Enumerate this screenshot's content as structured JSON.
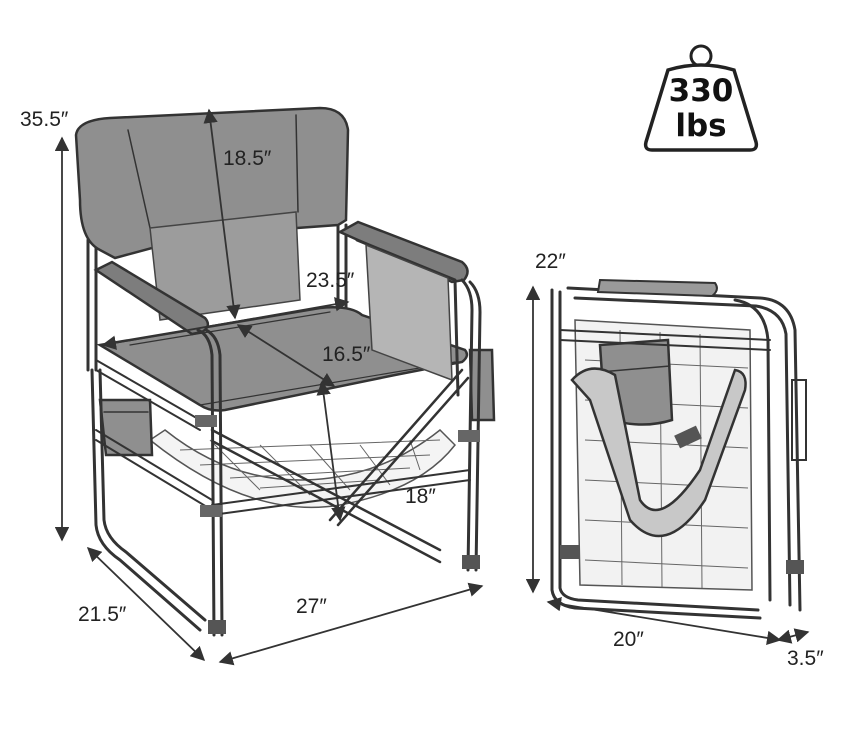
{
  "weight_badge": {
    "line1": "330",
    "line2": "lbs"
  },
  "chair_dimensions": {
    "total_height": "35.5″",
    "back_height": "18.5″",
    "seat_width": "23.5″",
    "seat_depth": "16.5″",
    "seat_height": "18″",
    "depth": "21.5″",
    "width": "27″"
  },
  "folded_dimensions": {
    "height": "22″",
    "width": "20″",
    "thickness": "3.5″"
  },
  "colors": {
    "fabric": "#8f8f8f",
    "frame": "#333333",
    "background": "#ffffff"
  }
}
